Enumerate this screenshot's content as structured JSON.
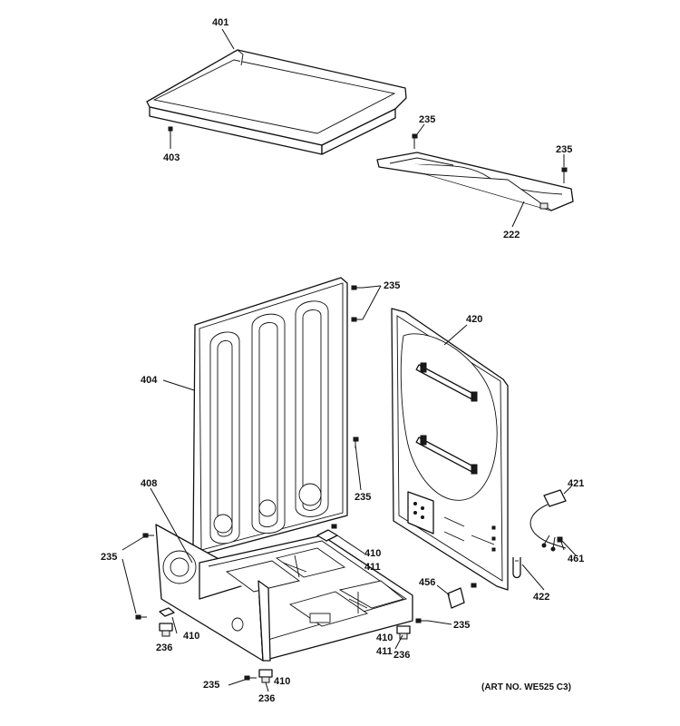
{
  "callouts": {
    "c401": "401",
    "c403": "403",
    "c235_top_a": "235",
    "c235_top_b": "235",
    "c222": "222",
    "c235_back": "235",
    "c420": "420",
    "c404": "404",
    "c408": "408",
    "c235_mid": "235",
    "c235_left": "235",
    "c410_a": "410",
    "c411_a": "411",
    "c421": "421",
    "c461": "461",
    "c456": "456",
    "c422": "422",
    "c410_b": "410",
    "c236_a": "236",
    "c410_c": "410",
    "c411_b": "411",
    "c236_b": "236",
    "c235_right": "235",
    "c235_bottom": "235",
    "c410_d": "410",
    "c236_c": "236"
  },
  "art_number": "(ART NO. WE525 C3)",
  "icons": [
    "screw-icon",
    "foot-icon",
    "power-cord-icon",
    "clip-icon"
  ]
}
